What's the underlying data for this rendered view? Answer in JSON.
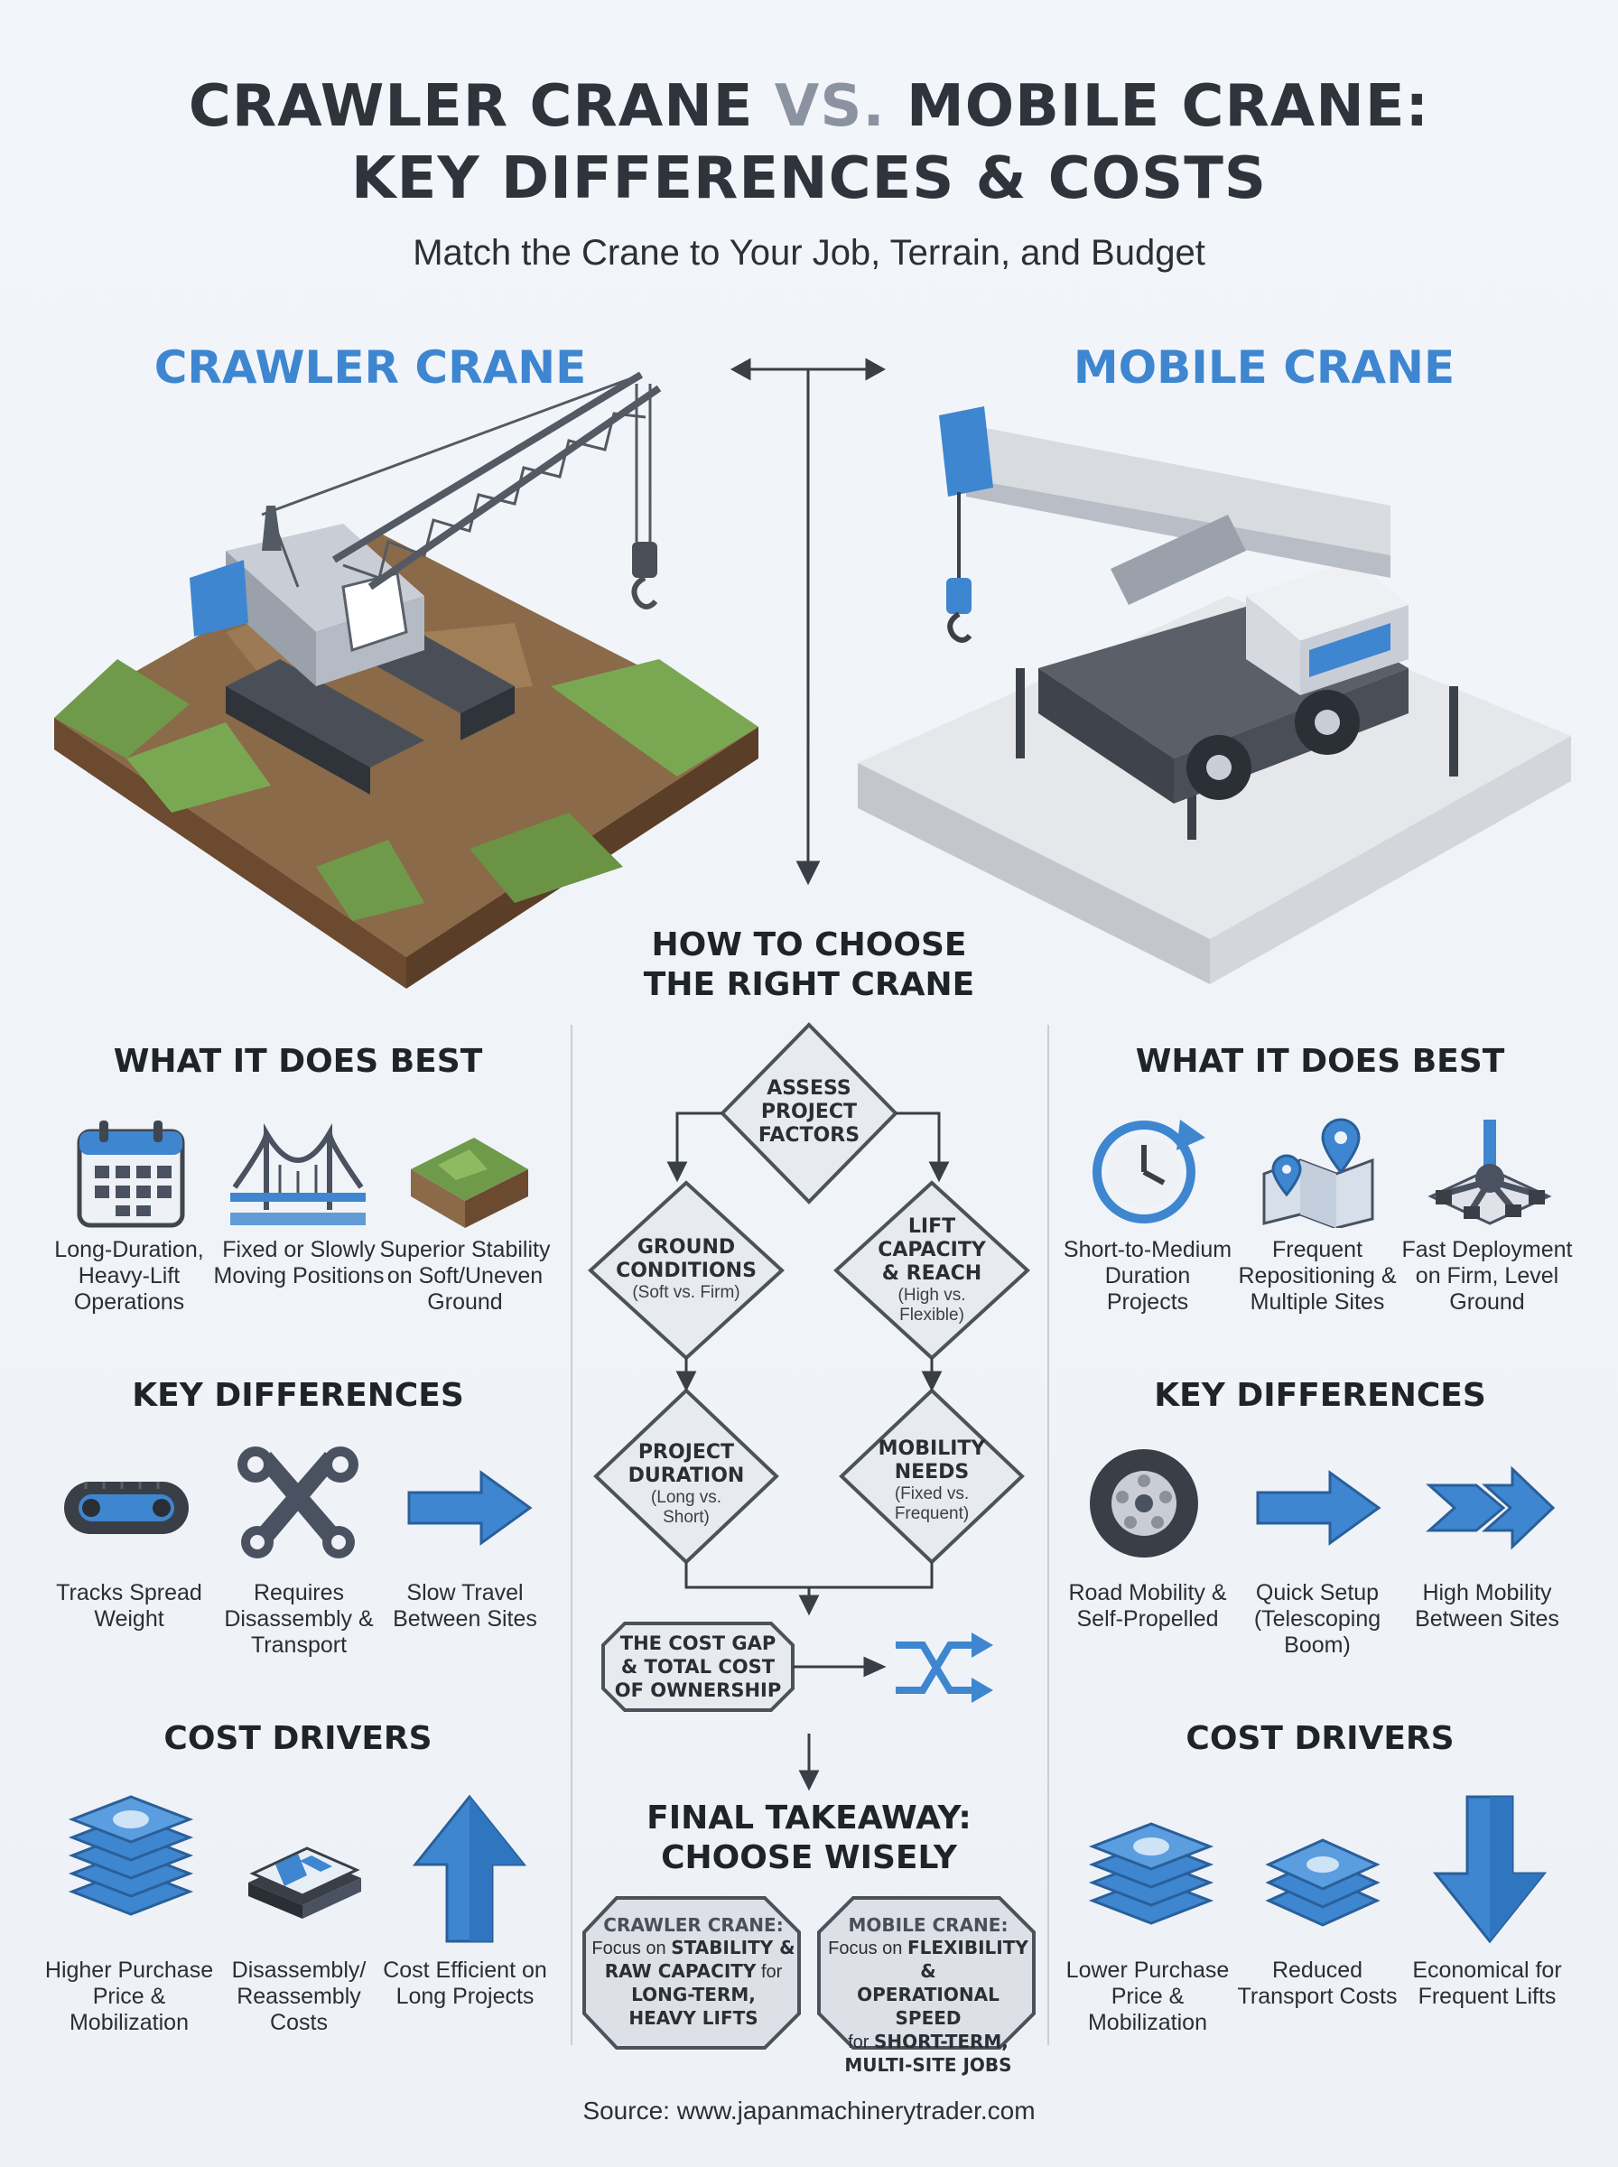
{
  "header": {
    "title_a": "CRAWLER CRANE",
    "title_vs": "VS.",
    "title_b": "MOBILE CRANE:",
    "title_line2": "KEY DIFFERENCES & COSTS",
    "subtitle": "Match the Crane to Your Job, Terrain, and Budget"
  },
  "crawler": {
    "heading": "CRAWLER CRANE",
    "best_title": "WHAT IT DOES BEST",
    "best": [
      {
        "icon": "calendar-icon",
        "label": "Long-Duration, Heavy-Lift Operations"
      },
      {
        "icon": "bridge-icon",
        "label": "Fixed or Slowly Moving Positions"
      },
      {
        "icon": "terrain-icon",
        "label": "Superior Stability on Soft/Uneven Ground"
      }
    ],
    "diff_title": "KEY DIFFERENCES",
    "diffs": [
      {
        "icon": "track-icon",
        "label": "Tracks Spread Weight"
      },
      {
        "icon": "wrench-icon",
        "label": "Requires Disassembly & Transport"
      },
      {
        "icon": "arrow-right-icon",
        "label": "Slow Travel Between Sites"
      }
    ],
    "cost_title": "COST DRIVERS",
    "costs": [
      {
        "icon": "money-stack-icon",
        "label": "Higher Purchase Price & Mobilization"
      },
      {
        "icon": "money-bundle-icon",
        "label": "Disassembly/ Reassembly Costs"
      },
      {
        "icon": "arrow-up-icon",
        "label": "Cost Efficient on Long Projects"
      }
    ]
  },
  "mobile": {
    "heading": "MOBILE CRANE",
    "best_title": "WHAT IT DOES BEST",
    "best": [
      {
        "icon": "clock-icon",
        "label": "Short-to-Medium Duration Projects"
      },
      {
        "icon": "map-pins-icon",
        "label": "Frequent Repositioning & Multiple Sites"
      },
      {
        "icon": "outrigger-icon",
        "label": "Fast Deployment on Firm, Level Ground"
      }
    ],
    "diff_title": "KEY DIFFERENCES",
    "diffs": [
      {
        "icon": "tire-icon",
        "label": "Road Mobility & Self-Propelled"
      },
      {
        "icon": "arrow-right-icon",
        "label": "Quick Setup (Telescoping Boom)"
      },
      {
        "icon": "arrow-right-icon",
        "label": "High Mobility Between Sites"
      }
    ],
    "cost_title": "COST DRIVERS",
    "costs": [
      {
        "icon": "money-stack-icon",
        "label": "Lower Purchase Price & Mobilization"
      },
      {
        "icon": "money-bundle-icon",
        "label": "Reduced Transport Costs"
      },
      {
        "icon": "arrow-down-icon",
        "label": "Economical for Frequent Lifts"
      }
    ]
  },
  "flow": {
    "title_1": "HOW TO CHOOSE",
    "title_2": "THE RIGHT CRANE",
    "assess": [
      "ASSESS",
      "PROJECT",
      "FACTORS"
    ],
    "ground": {
      "l1": "GROUND",
      "l2": "CONDITIONS",
      "sub": "(Soft vs. Firm)"
    },
    "lift": {
      "l1": "LIFT",
      "l2": "CAPACITY",
      "l3": "& REACH",
      "sub1": "(High vs.",
      "sub2": "Flexible)"
    },
    "duration": {
      "l1": "PROJECT",
      "l2": "DURATION",
      "sub1": "(Long vs.",
      "sub2": "Short)"
    },
    "mobility": {
      "l1": "MOBILITY",
      "l2": "NEEDS",
      "sub1": "(Fixed vs.",
      "sub2": "Frequent)"
    },
    "cost_gap": [
      "THE COST GAP",
      "& TOTAL COST",
      "OF OWNERSHIP"
    ],
    "takeaway_1": "FINAL TAKEAWAY:",
    "takeaway_2": "CHOOSE WISELY",
    "crawler_take": {
      "head": "CRAWLER CRANE:",
      "p1": "Focus on ",
      "b1": "STABILITY &",
      "b2": "RAW CAPACITY",
      "p2": " for",
      "b3": "LONG-TERM,",
      "b4": "HEAVY LIFTS"
    },
    "mobile_take": {
      "head": "MOBILE CRANE:",
      "p1": "Focus on ",
      "b1": "FLEXIBILITY &",
      "b2": "OPERATIONAL SPEED",
      "p2": "for ",
      "b3": "SHORT-TERM,",
      "b4": "MULTI-SITE JOBS"
    }
  },
  "source": "Source: www.japanmachinerytrader.com",
  "colors": {
    "accent_blue": "#3e86d0",
    "dark_text": "#2f343c",
    "vs_gray": "#8b93a0",
    "diamond_fill": "#e7eaef",
    "diamond_stroke": "#4c525b"
  }
}
